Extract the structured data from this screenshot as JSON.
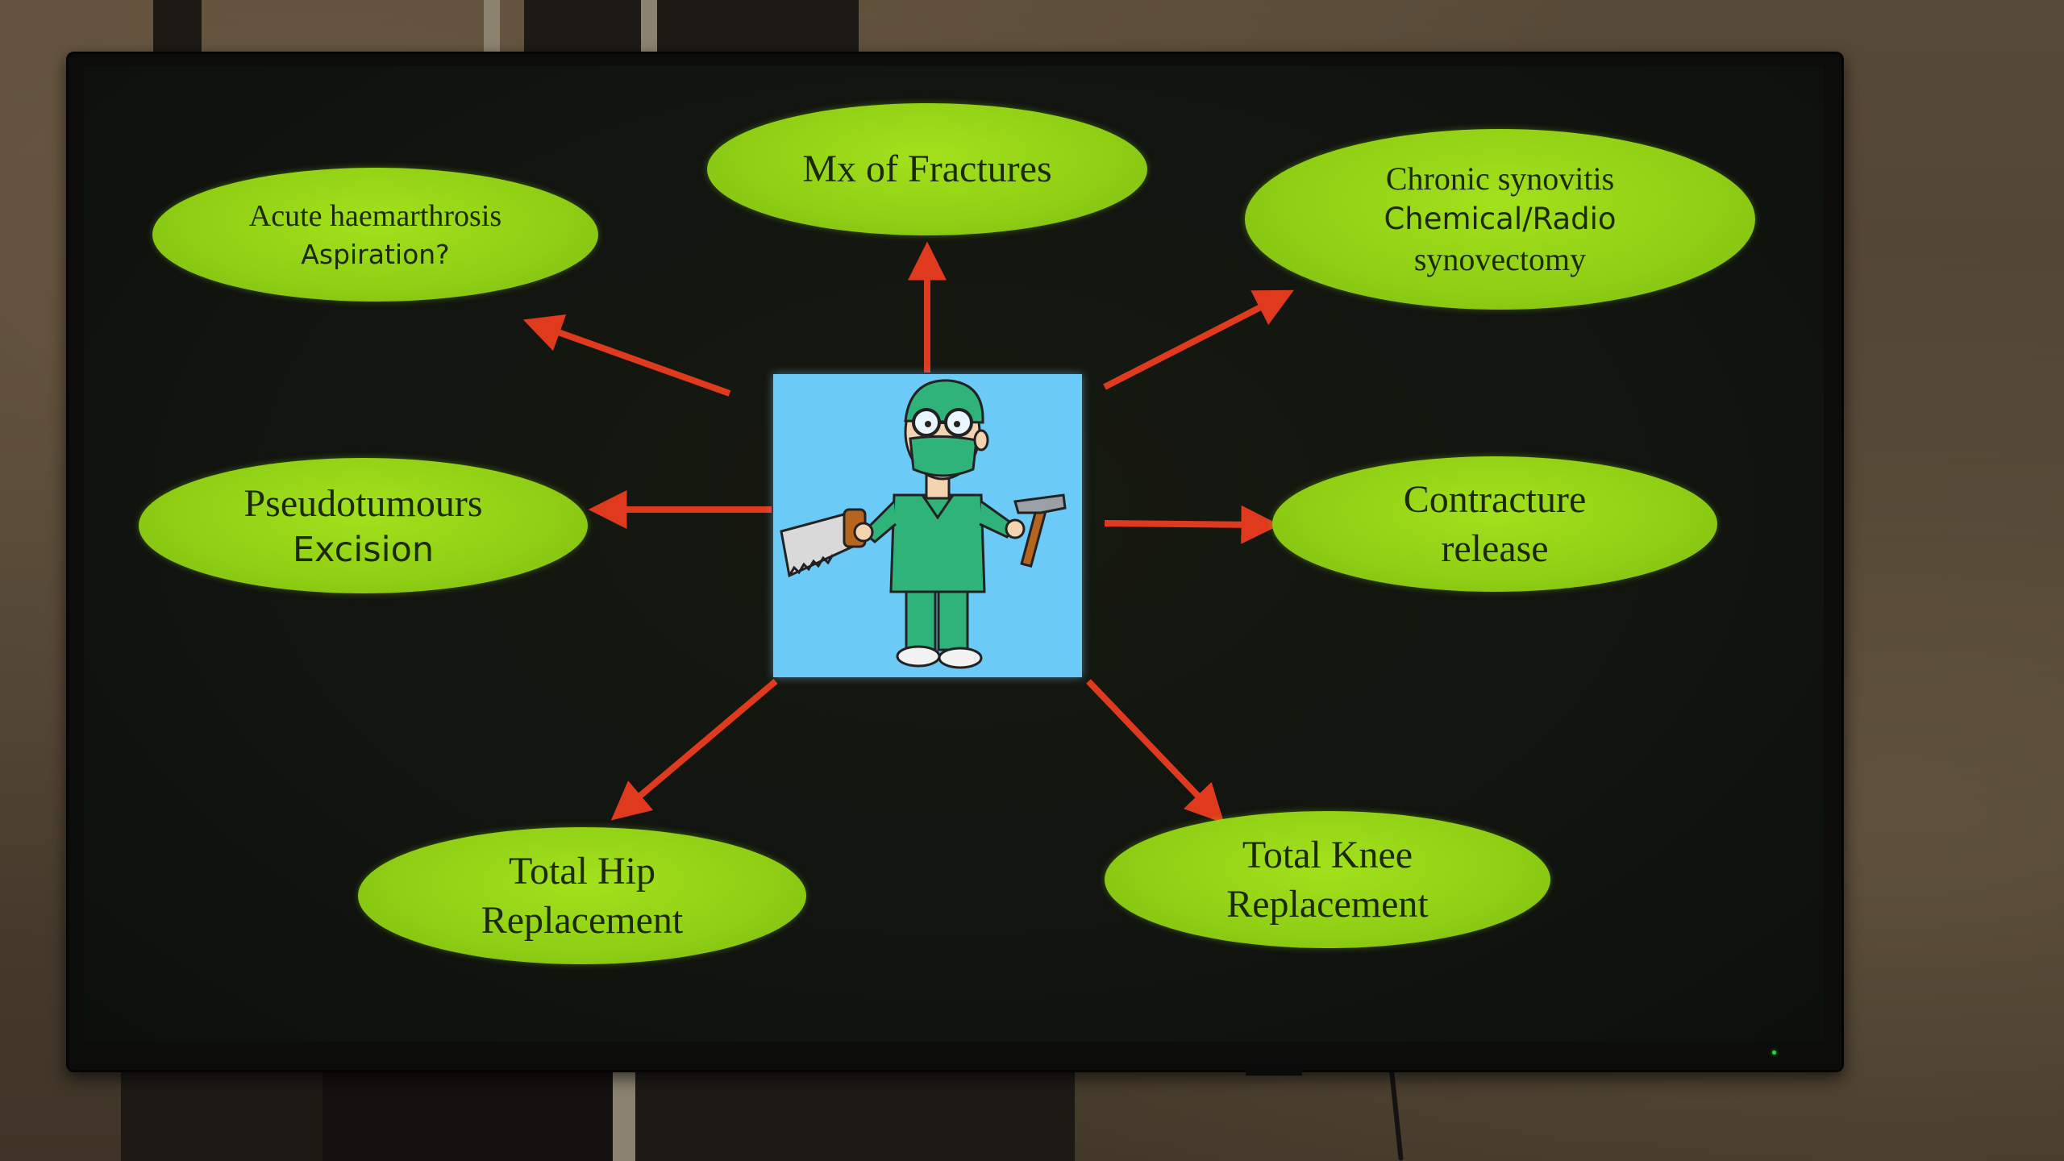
{
  "slide": {
    "center_image": "cartoon-surgeon-with-saw-and-hammer",
    "nodes": {
      "fractures": {
        "line1": "Mx of Fractures"
      },
      "haemarthrosis": {
        "line1": "Acute haemarthrosis",
        "line2": "Aspiration?"
      },
      "synovitis": {
        "line1": "Chronic synovitis",
        "line2": "Chemical/Radio",
        "line3": "synovectomy"
      },
      "pseudotumours": {
        "line1": "Pseudotumours",
        "line2": "Excision"
      },
      "contracture": {
        "line1": "Contracture",
        "line2": "release"
      },
      "hip": {
        "line1": "Total Hip",
        "line2": "Replacement"
      },
      "knee": {
        "line1": "Total Knee",
        "line2": "Replacement"
      }
    },
    "colors": {
      "node_fill": "#94d516",
      "arrow": "#e03a1e",
      "center_background": "#6ccaf6",
      "screen_background": "#121510"
    }
  }
}
